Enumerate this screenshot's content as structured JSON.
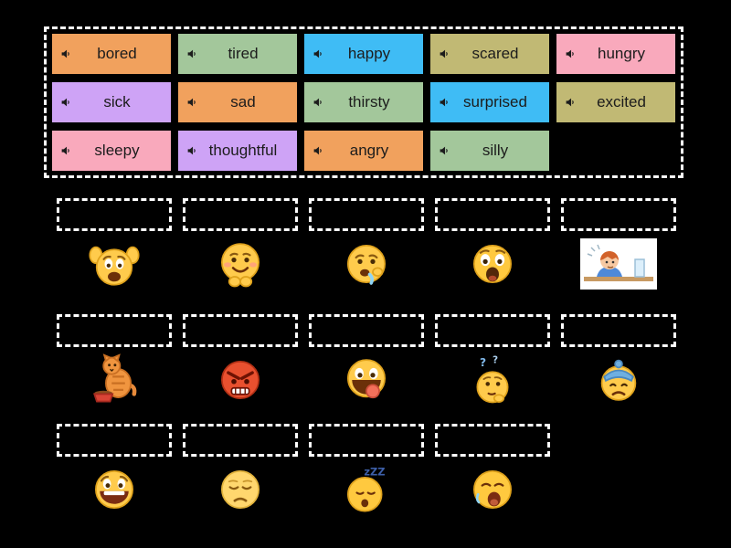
{
  "background": "#000000",
  "word_bank": {
    "tiles": [
      {
        "label": "bored",
        "color": "#F1A15D"
      },
      {
        "label": "tired",
        "color": "#A3C79B"
      },
      {
        "label": "happy",
        "color": "#3FBCF5"
      },
      {
        "label": "scared",
        "color": "#C1B974"
      },
      {
        "label": "hungry",
        "color": "#F9A9BC"
      },
      {
        "label": "sick",
        "color": "#CEA3F6"
      },
      {
        "label": "sad",
        "color": "#F1A15D"
      },
      {
        "label": "thirsty",
        "color": "#A3C79B"
      },
      {
        "label": "surprised",
        "color": "#3FBCF5"
      },
      {
        "label": "excited",
        "color": "#C1B974"
      },
      {
        "label": "sleepy",
        "color": "#F9A9BC"
      },
      {
        "label": "thoughtful",
        "color": "#CEA3F6"
      },
      {
        "label": "angry",
        "color": "#F1A15D"
      },
      {
        "label": "silly",
        "color": "#A3C79B"
      }
    ]
  },
  "match_area": {
    "sleepy_zzz": "zZZ",
    "question_mark": "?",
    "rows": [
      {
        "images": [
          "scared-face",
          "embarrassed-face",
          "drooling-face",
          "surprised-face",
          "bored-kid"
        ]
      },
      {
        "images": [
          "hungry-cat",
          "angry-face",
          "silly-face",
          "thoughtful-face",
          "sick-face"
        ]
      },
      {
        "images": [
          "happy-face",
          "sad-face",
          "sleepy-face",
          "yawning-face"
        ]
      }
    ]
  }
}
